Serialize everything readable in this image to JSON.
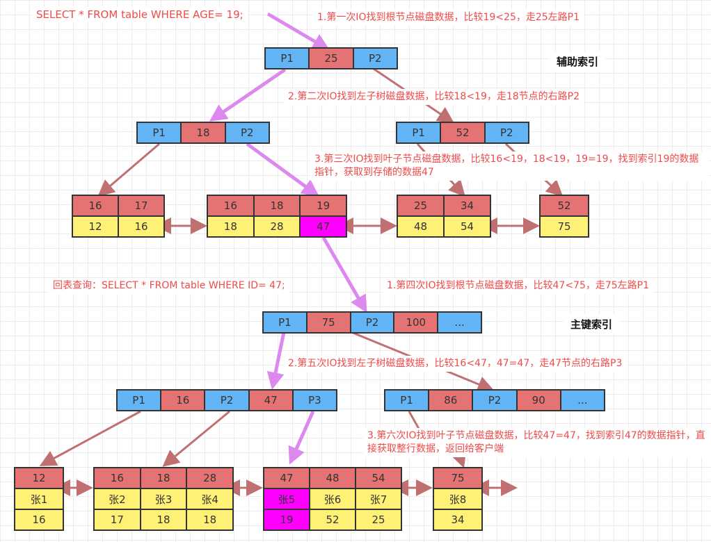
{
  "secondary": {
    "query": "SELECT * FROM table WHERE AGE= 19;",
    "title": "辅助索引",
    "steps": [
      "1.第一次IO找到根节点磁盘数据，比较19<25，走25左路P1",
      "2.第二次IO找到左子树磁盘数据，比较18<19，走18节点的右路P2",
      "3.第三次IO找到叶子节点磁盘数据，比较16<19，18<19，19=19，找到索引19的数据指针，获取到存储的数据47"
    ],
    "root": [
      "P1",
      "25",
      "P2"
    ],
    "left": [
      "P1",
      "18",
      "P2"
    ],
    "right": [
      "P1",
      "52",
      "P2"
    ],
    "leaves": [
      {
        "keys": [
          "16",
          "17"
        ],
        "vals": [
          "12",
          "16"
        ]
      },
      {
        "keys": [
          "16",
          "18",
          "19"
        ],
        "vals": [
          "18",
          "28",
          "47"
        ]
      },
      {
        "keys": [
          "25",
          "34"
        ],
        "vals": [
          "48",
          "54"
        ]
      },
      {
        "keys": [
          "52"
        ],
        "vals": [
          "75"
        ]
      }
    ]
  },
  "primary": {
    "query": "回表查询：SELECT * FROM table WHERE ID= 47;",
    "title": "主键索引",
    "steps": [
      "1.第四次IO找到根节点磁盘数据，比较47<75，走75左路P1",
      "2.第五次IO找到左子树磁盘数据，比较16<47，47=47，走47节点的右路P3",
      "3.第六次IO找到叶子节点磁盘数据，比较47=47，找到索引47的数据指针，直接获取整行数据，返回给客户端"
    ],
    "root": [
      "P1",
      "75",
      "P2",
      "100",
      "..."
    ],
    "left": [
      "P1",
      "16",
      "P2",
      "47",
      "P3"
    ],
    "right": [
      "P1",
      "86",
      "P2",
      "90",
      "..."
    ],
    "leaves": [
      {
        "keys": [
          "12"
        ],
        "names": [
          "张1"
        ],
        "ages": [
          "16"
        ]
      },
      {
        "keys": [
          "16",
          "18",
          "28"
        ],
        "names": [
          "张2",
          "张3",
          "张4"
        ],
        "ages": [
          "17",
          "18",
          "18"
        ]
      },
      {
        "keys": [
          "47",
          "48",
          "54"
        ],
        "names": [
          "张5",
          "张6",
          "张7"
        ],
        "ages": [
          "19",
          "52",
          "25"
        ]
      },
      {
        "keys": [
          "75"
        ],
        "names": [
          "张8"
        ],
        "ages": [
          "34"
        ]
      }
    ]
  },
  "colors": {
    "pointer": "#62b4f5",
    "key": "#e57373",
    "value": "#fff176",
    "highlight": "#ff00ff",
    "search_path": "#dd88ee",
    "link": "#c07070",
    "annotation": "#f04a4a"
  }
}
